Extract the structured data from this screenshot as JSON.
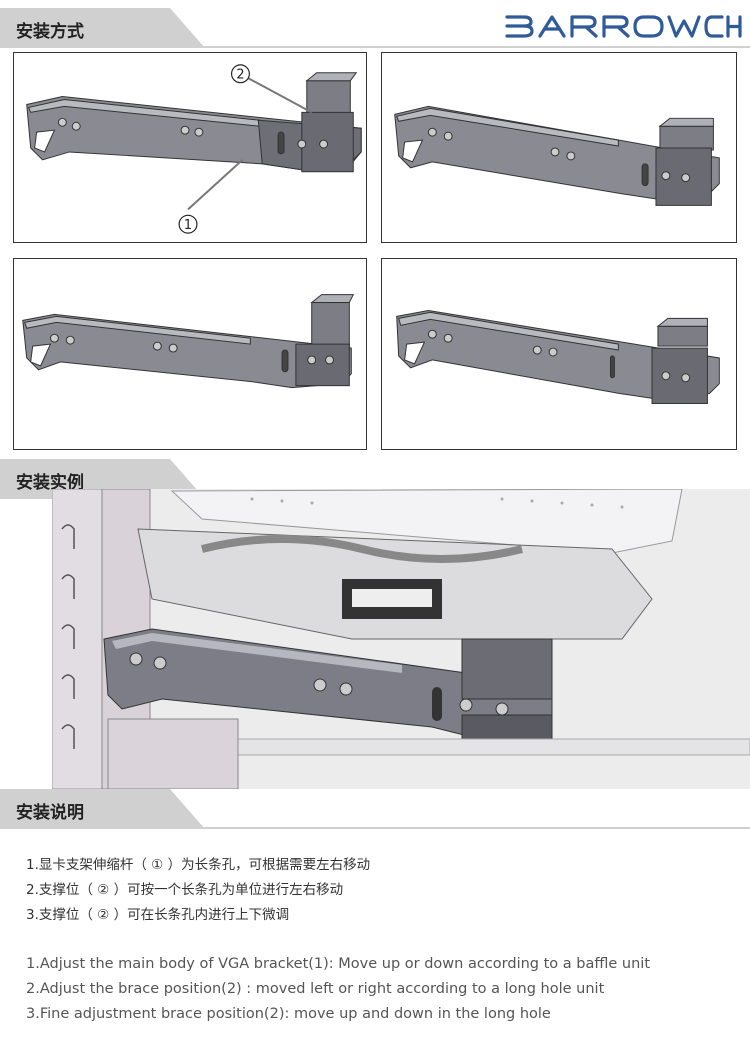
{
  "brand": {
    "logo_text": "BARROWCH"
  },
  "sections": {
    "install_method": "安装方式",
    "install_example": "安装实例",
    "install_notes": "安装说明"
  },
  "callouts": {
    "one": "1",
    "two": "2"
  },
  "instructions_zh": [
    "1.显卡支架伸缩杆（ ① ）为长条孔，可根据需要左右移动",
    "2.支撑位（ ② ）可按一个长条孔为单位进行左右移动",
    "3.支撑位（ ② ）可在长条孔内进行上下微调"
  ],
  "instructions_en": [
    "1.Adjust the main body of VGA bracket(1): Move up or down according to a baffle unit",
    "2.Adjust the brace position(2) : moved left or right according to a long hole unit",
    "3.Fine adjustment brace position(2): move up and down in the long hole"
  ]
}
